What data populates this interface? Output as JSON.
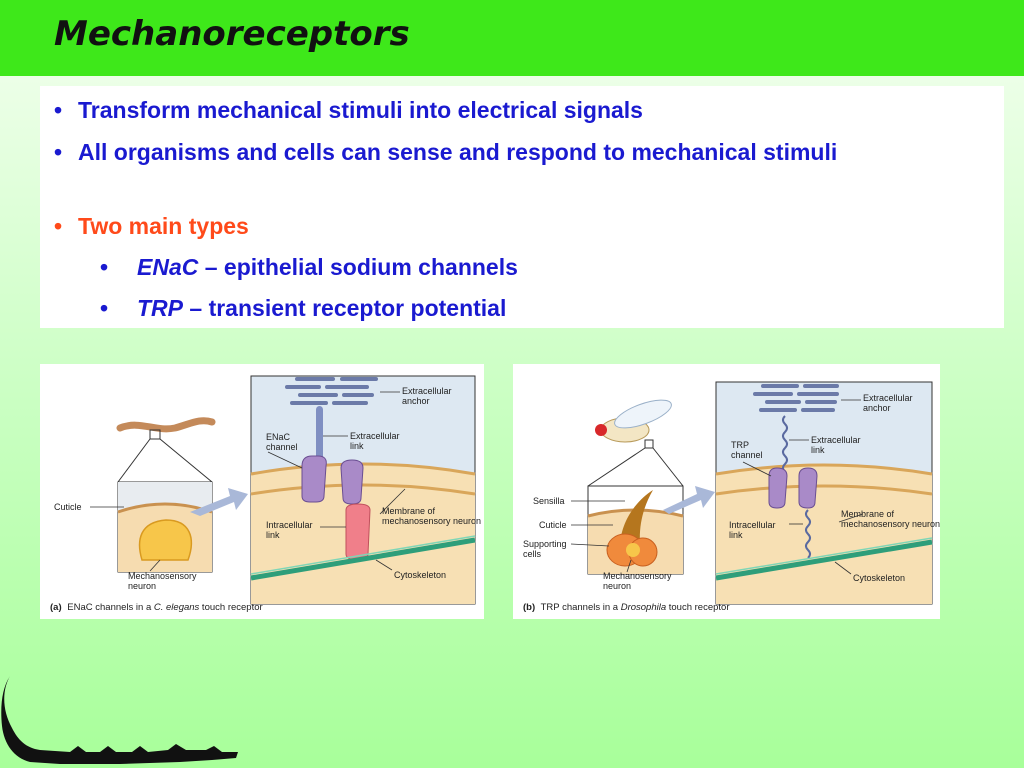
{
  "slide": {
    "title": "Mechanoreceptors",
    "bullets": [
      {
        "text": "Transform mechanical stimuli into electrical signals"
      },
      {
        "text": "All organisms and cells can sense and respond to mechanical stimuli"
      },
      {
        "text": "Two main types"
      }
    ],
    "sub_bullets": [
      {
        "term": "ENaC",
        "desc": " – epithelial sodium channels"
      },
      {
        "term": "TRP",
        "desc": " – transient receptor potential"
      }
    ],
    "bullet_glyph": "•"
  },
  "figure_a": {
    "labels": {
      "extracellular_anchor": "Extracellular anchor",
      "enac_channel": "ENaC channel",
      "extracellular_link": "Extracellular link",
      "cuticle": "Cuticle",
      "membrane": "Membrane of mechanosensory neuron",
      "intracellular_link": "Intracellular link",
      "cytoskeleton": "Cytoskeleton",
      "mechanosensory_neuron": "Mechanosensory neuron"
    },
    "caption_letter": "(a)",
    "caption_pre": "ENaC channels in a ",
    "caption_em": "C. elegans",
    "caption_post": " touch receptor"
  },
  "figure_b": {
    "labels": {
      "extracellular_anchor": "Extracellular anchor",
      "trp_channel": "TRP channel",
      "extracellular_link": "Extracellular link",
      "sensilla": "Sensilla",
      "cuticle": "Cuticle",
      "supporting_cells": "Supporting cells",
      "membrane": "Membrane of mechanosensory neuron",
      "intracellular_link": "Intracellular link",
      "cytoskeleton": "Cytoskeleton",
      "mechanosensory_neuron": "Mechanosensory neuron"
    },
    "caption_letter": "(b)",
    "caption_pre": "TRP channels in a ",
    "caption_em": "Drosophila",
    "caption_post": " touch receptor"
  }
}
